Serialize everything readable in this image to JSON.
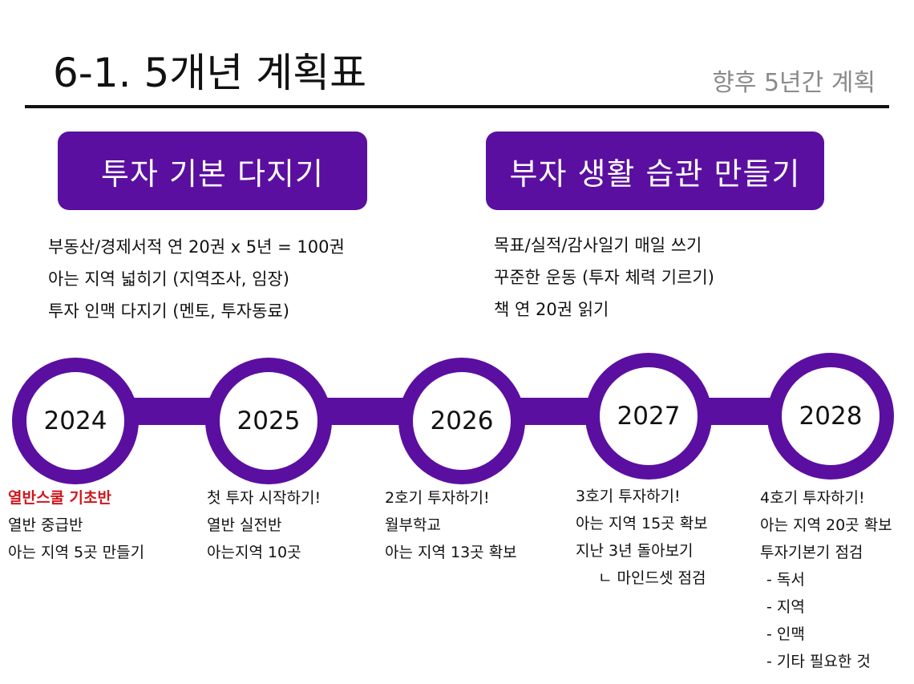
{
  "header": {
    "title": "6-1. 5개년 계획표",
    "subtitle": "향후 5년간 계획"
  },
  "themes": {
    "left": {
      "label": "투자 기본 다지기",
      "items": [
        "부동산/경제서적 연 20권 x 5년 = 100권",
        "아는 지역 넓히기 (지역조사, 임장)",
        "투자 인맥 다지기 (멘토, 투자동료)"
      ]
    },
    "right": {
      "label": "부자 생활 습관 만들기",
      "items": [
        "목표/실적/감사일기 매일 쓰기",
        "꾸준한 운동 (투자 체력 기르기)",
        "책 연 20권 읽기"
      ]
    }
  },
  "timeline": {
    "colors": {
      "accent": "#5b0fa0",
      "highlight": "#d0161b"
    },
    "years": [
      {
        "year": "2024",
        "notes": [
          "열반스쿨 기초반",
          "열반 중급반",
          "아는 지역 5곳 만들기"
        ]
      },
      {
        "year": "2025",
        "notes": [
          "첫 투자 시작하기!",
          "열반 실전반",
          "아는지역 10곳"
        ]
      },
      {
        "year": "2026",
        "notes": [
          "2호기 투자하기!",
          "월부학교",
          "아는 지역 13곳 확보"
        ]
      },
      {
        "year": "2027",
        "notes": [
          "3호기 투자하기!",
          "아는 지역 15곳 확보",
          "지난 3년 돌아보기",
          "ㄴ 마인드셋 점검"
        ]
      },
      {
        "year": "2028",
        "notes": [
          "4호기 투자하기!",
          "아는 지역 20곳 확보",
          "투자기본기 점검",
          "- 독서",
          "- 지역",
          "- 인맥",
          "- 기타 필요한 것"
        ]
      }
    ]
  }
}
